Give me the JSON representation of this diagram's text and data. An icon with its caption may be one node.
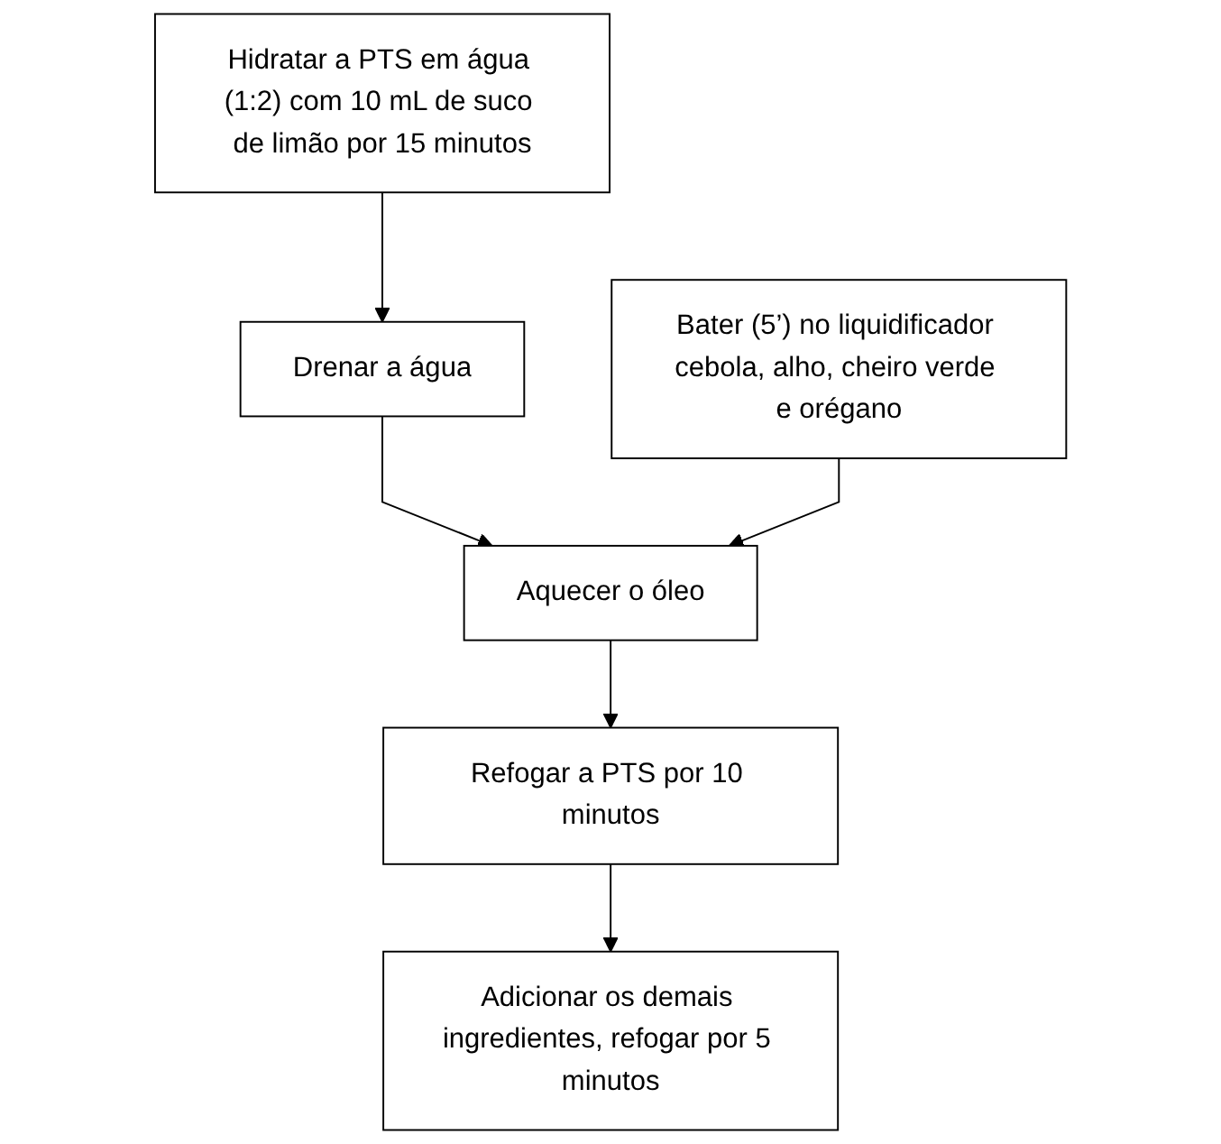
{
  "diagram": {
    "nodes": [
      {
        "text": [
          "Hidratar a PTS em água (1:2) com 10 mL de suco de limão por 15 minutos"
        ]
      },
      {
        "text": [
          "Drenar a água"
        ]
      },
      {
        "text": [
          "Bater (5’) no liquidificador cebola, alho, cheiro verde e orégano"
        ]
      },
      {
        "text": [
          "Aquecer o óleo"
        ]
      },
      {
        "text": [
          "Refogar a PTS por 10 minutos"
        ]
      },
      {
        "text": [
          "Adicionar os demais ingredientes, refogar por 5 minutos"
        ]
      }
    ],
    "edges": [
      {
        "from": 0,
        "to": 1,
        "arrow": "to"
      },
      {
        "from": 1,
        "to": 3,
        "arrow": "to"
      },
      {
        "from": 2,
        "to": 3,
        "arrow": "to"
      },
      {
        "from": 3,
        "to": 4,
        "arrow": "to"
      },
      {
        "from": 4,
        "to": 5,
        "arrow": "to"
      }
    ]
  }
}
